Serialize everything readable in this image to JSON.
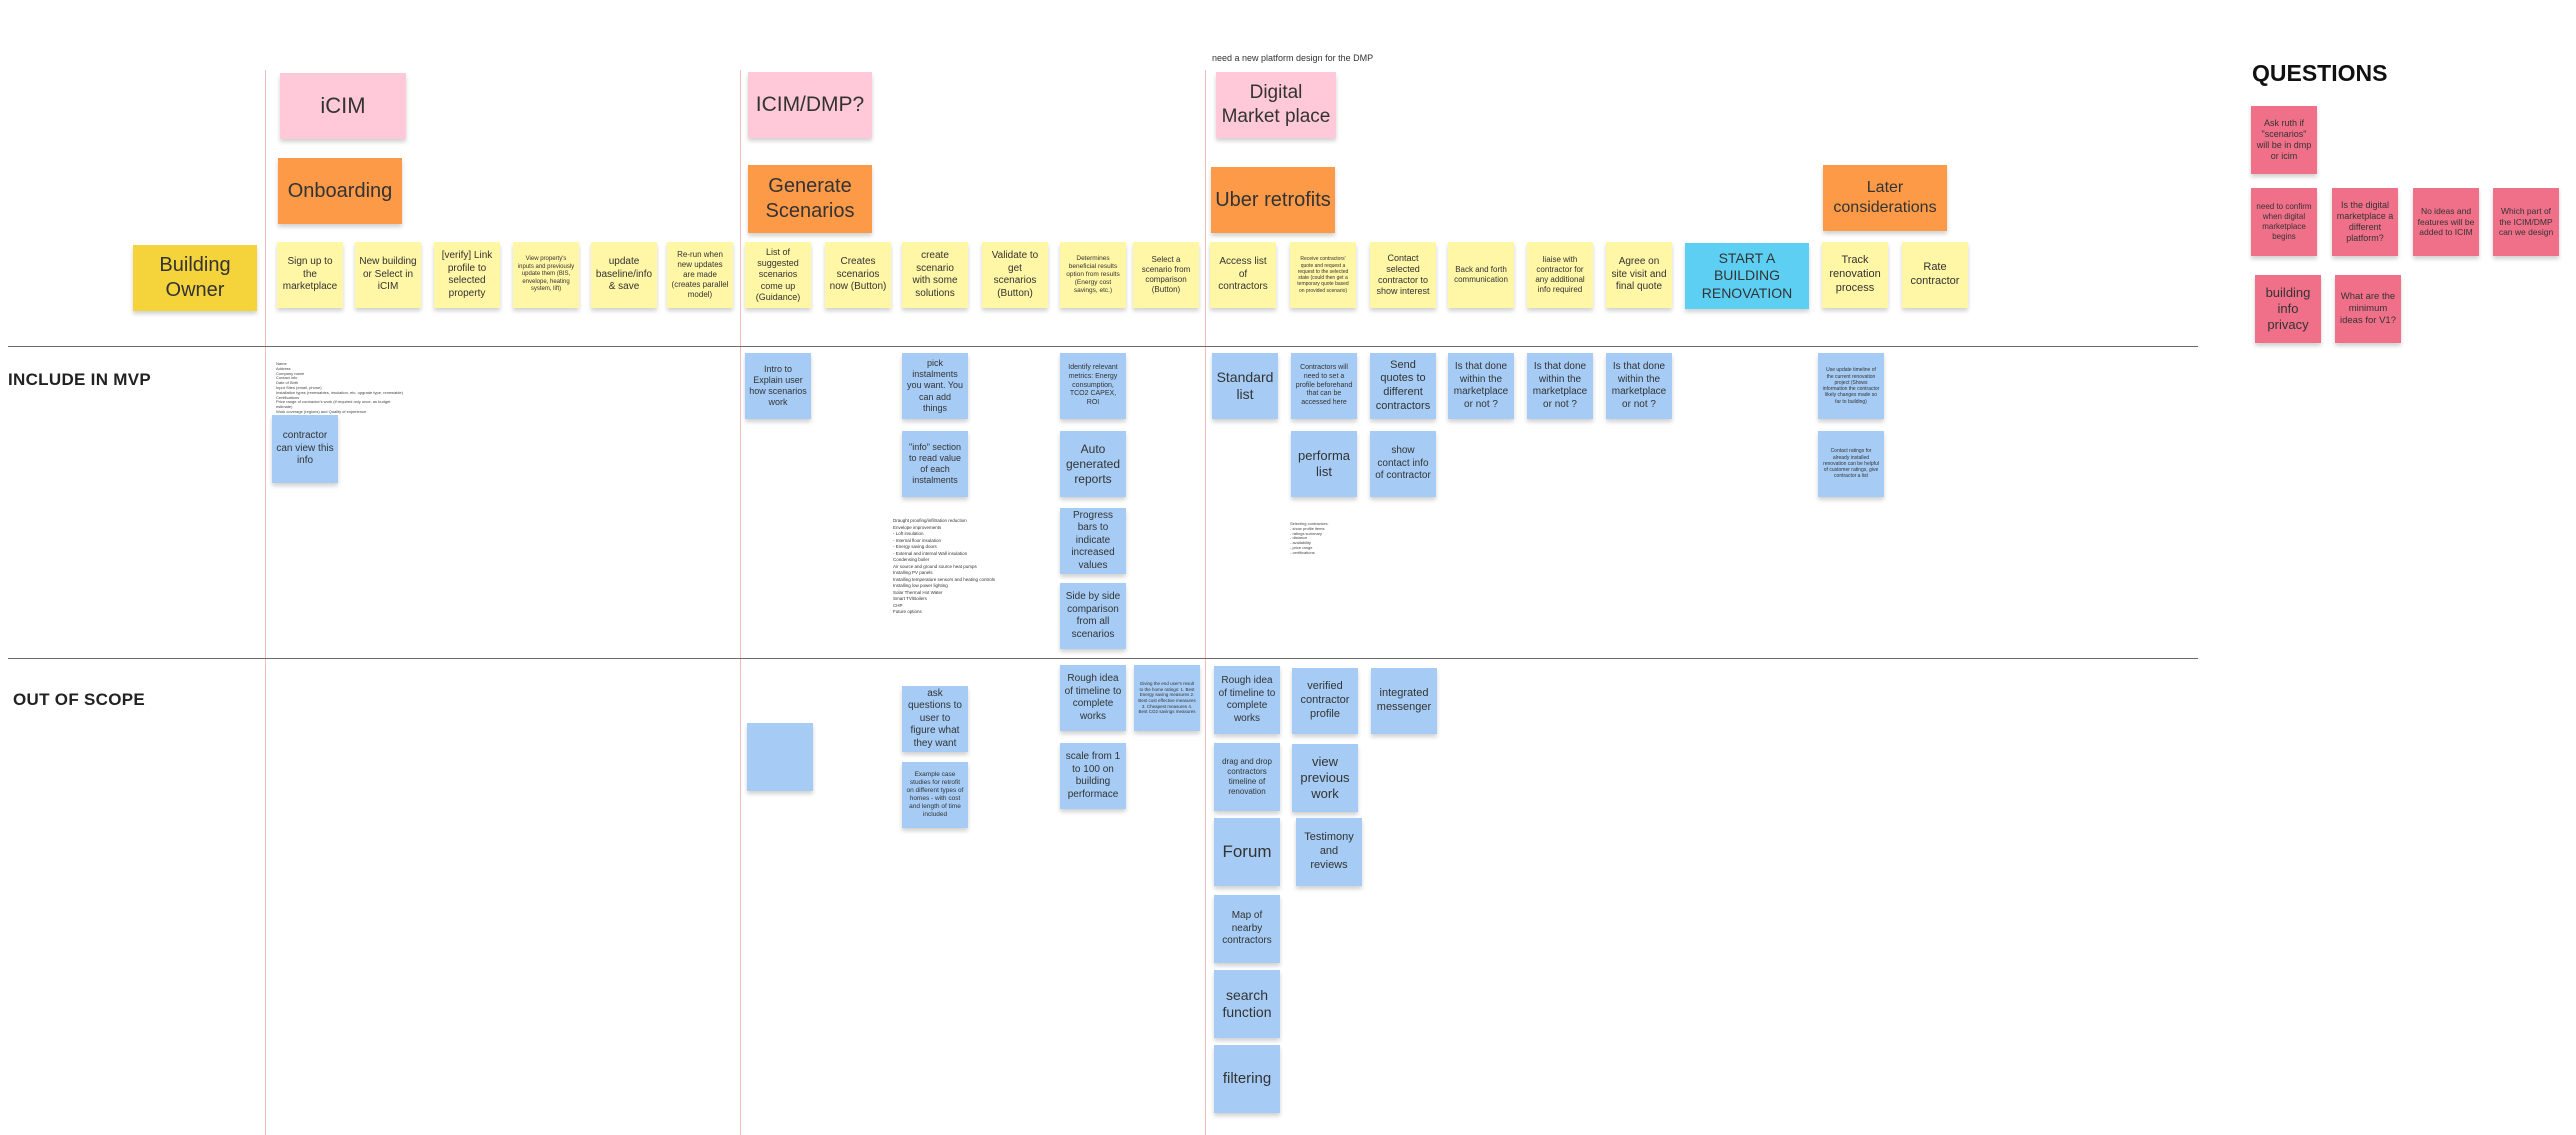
{
  "canvas": {
    "note_text": "need a new platform design for the DMP",
    "questions_title": "QUESTIONS"
  },
  "sections": {
    "include_mvp": "INCLUDE IN MVP",
    "out_of_scope": "OUT OF SCOPE"
  },
  "colors": {
    "yellow": "#fff6a6",
    "gold": "#f5d33b",
    "pink": "#ffc9d9",
    "orange": "#fd9a48",
    "blue": "#a6ccf5",
    "cyan": "#5dcff3",
    "red": "#f0708a"
  },
  "headers": {
    "icim": "iCIM",
    "icim_dmp": "ICIM/DMP?",
    "digital_market": "Digital Market place",
    "onboarding": "Onboarding",
    "generate": "Generate Scenarios",
    "uber": "Uber retrofits",
    "later": "Later considerations",
    "building_owner": "Building Owner"
  },
  "journey": {
    "sign_up": "Sign up to the marketplace",
    "new_building": "New building or Select in iCIM",
    "verify": "[verify] Link profile to selected property",
    "view_property": "View property's inputs and previously update them (BIS, envelope, heating system, lift)",
    "update_baseline": "update baseline/info & save",
    "rerun": "Re-run when new updates are made (creates parallel model)",
    "list_scenarios": "List of suggested scenarios come up (Guidance)",
    "creates_scenarios": "Creates scenarios now (Button)",
    "create_solutions": "create scenario with some solutions",
    "validate": "Validate to get scenarios (Button)",
    "determines": "Determines beneficial results option from results (Energy cost savings, etc.)",
    "select_scenario": "Select a scenario from comparison (Button)",
    "access_list": "Access list of contractors",
    "receive_quote": "Receive contractors' quote and request a request to the selected state (could then get a temporary quote based on provided scenario)",
    "contact_selected": "Contact selected contractor to show interest",
    "back_forth": "Back and forth communication",
    "liaise": "liaise with contractor for any additional info required",
    "agree_site": "Agree on site visit and final quote",
    "start_reno": "START A BUILDING RENOVATION",
    "track": "Track renovation process",
    "rate": "Rate contractor"
  },
  "mvp": {
    "tiny_list": "Name\nAddress\nCompany name\nContact info\nDate of Birth\nInput Sites (email, phone)\nInstallation types (renewables, insulation, etc. upgrade type, renewable)\nCertifications\nPrice range of contractor's work (if required only once, as budget estimate)\nWork coverage (regions) and Quality of experience",
    "contractor_view": "contractor can view this info",
    "intro": "Intro to Explain user how scenarios work",
    "pick_instalments": "pick instalments you want. You can add things",
    "info_section": "\"info\" section to read value of each instalments",
    "retrofit_list": "Draught proofing/infiltration reduction\nEnvelope improvements\n  - Loft insulation\n  - Internal floor insulation\n  - Energy saving doors\n  - External and internal Wall insulation\nCondensing boiler\nAir source and ground source heat pumps\nInstalling PV panels\nInstalling temperature sensors and heating controls\nInstalling low power lighting\nSolar Thermal Hot Water\nSmart TV/Boilers\nCHP\nFuture options",
    "identify_metrics": "Identify relevant metrics: Energy consumption, TCO2 CAPEX, ROI",
    "auto_reports": "Auto generated reports",
    "progress_bars": "Progress bars to indicate increased values",
    "side_by_side": "Side by side comparison from all scenarios",
    "standard_list": "Standard list",
    "contractors_need": "Contractors will need to set a profile beforehand that can be accessed here",
    "performa_list": "performa list",
    "small_text": "Selecting contractors:\n- show profile items\n- ratings summary\n- distance\n- availability\n- price range\n- certifications",
    "send_quotes": "Send quotes to different contractors",
    "show_contact": "show contact info of contractor",
    "done_1": "Is that done within the marketplace or not ?",
    "done_2": "Is that done within the marketplace or not ?",
    "done_3": "Is that done within the marketplace or not ?",
    "timeline_update": "Use update timeline of the current renovation project (Shows information the contractor likely changes made so far to building)",
    "contact_ratings": "Contact ratings for already installed renovation can be helpful of customer ratings, give contractor a list"
  },
  "oos": {
    "ask_questions": "ask questions to user to figure what they want",
    "example_cases": "Example case studies for retrofit on different types of homes - with cost and length of time included",
    "rough_timeline_1": "Rough idea of timeline to complete works",
    "scale": "scale from 1 to 100 on building performace",
    "fine_note": "Giving the end user's result to the home ratings:\n1. Best Energy saving measures\n2. Best cost effective measures\n3. Cheapest measures\n4. Best CO2 savings measures",
    "rough_timeline_2": "Rough idea of timeline to complete works",
    "verified_profile": "verified contractor profile",
    "integrated_messenger": "integrated messenger",
    "drag_drop": "drag and drop contractors timeline of renovation",
    "view_previous": "view previous work",
    "forum": "Forum",
    "testimony": "Testimony and reviews",
    "map_nearby": "Map of nearby contractors",
    "search_function": "search function",
    "filtering": "filtering"
  },
  "questions": {
    "q1": "Ask ruth if \"scenarios\" will be in dmp or icim",
    "q2": "need to confirm when digital marketplace begins",
    "q3": "Is the digital marketplace a different platform?",
    "q4": "No ideas and features will be added to ICIM",
    "q5": "Which part of the ICIM/DMP can we design",
    "q6": "building info privacy",
    "q7": "What are the minimum ideas for V1?"
  }
}
